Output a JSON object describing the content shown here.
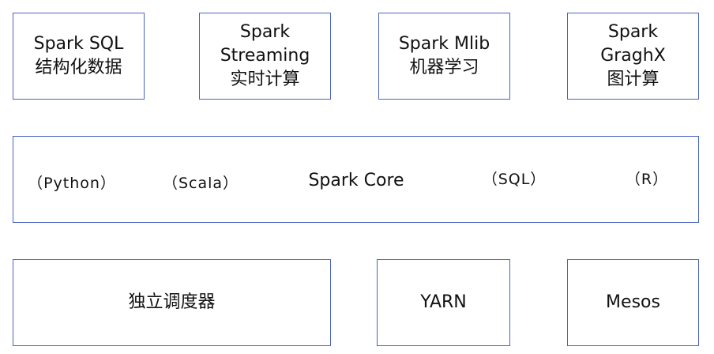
{
  "top_modules": [
    {
      "lines": [
        "Spark SQL",
        "结构化数据"
      ]
    },
    {
      "lines": [
        "Spark",
        "Streaming",
        "实时计算"
      ]
    },
    {
      "lines": [
        "Spark Mlib",
        "机器学习"
      ]
    },
    {
      "lines": [
        "Spark",
        "GraghX",
        "图计算"
      ]
    }
  ],
  "core": {
    "title": "Spark Core",
    "languages": [
      "（Python）",
      "（Scala）",
      "（SQL）",
      "（R）"
    ]
  },
  "schedulers": [
    {
      "label": "独立调度器"
    },
    {
      "label": "YARN"
    },
    {
      "label": "Mesos"
    }
  ],
  "colors": {
    "border": "#4a62c4",
    "text": "#111111",
    "background": "#ffffff"
  }
}
